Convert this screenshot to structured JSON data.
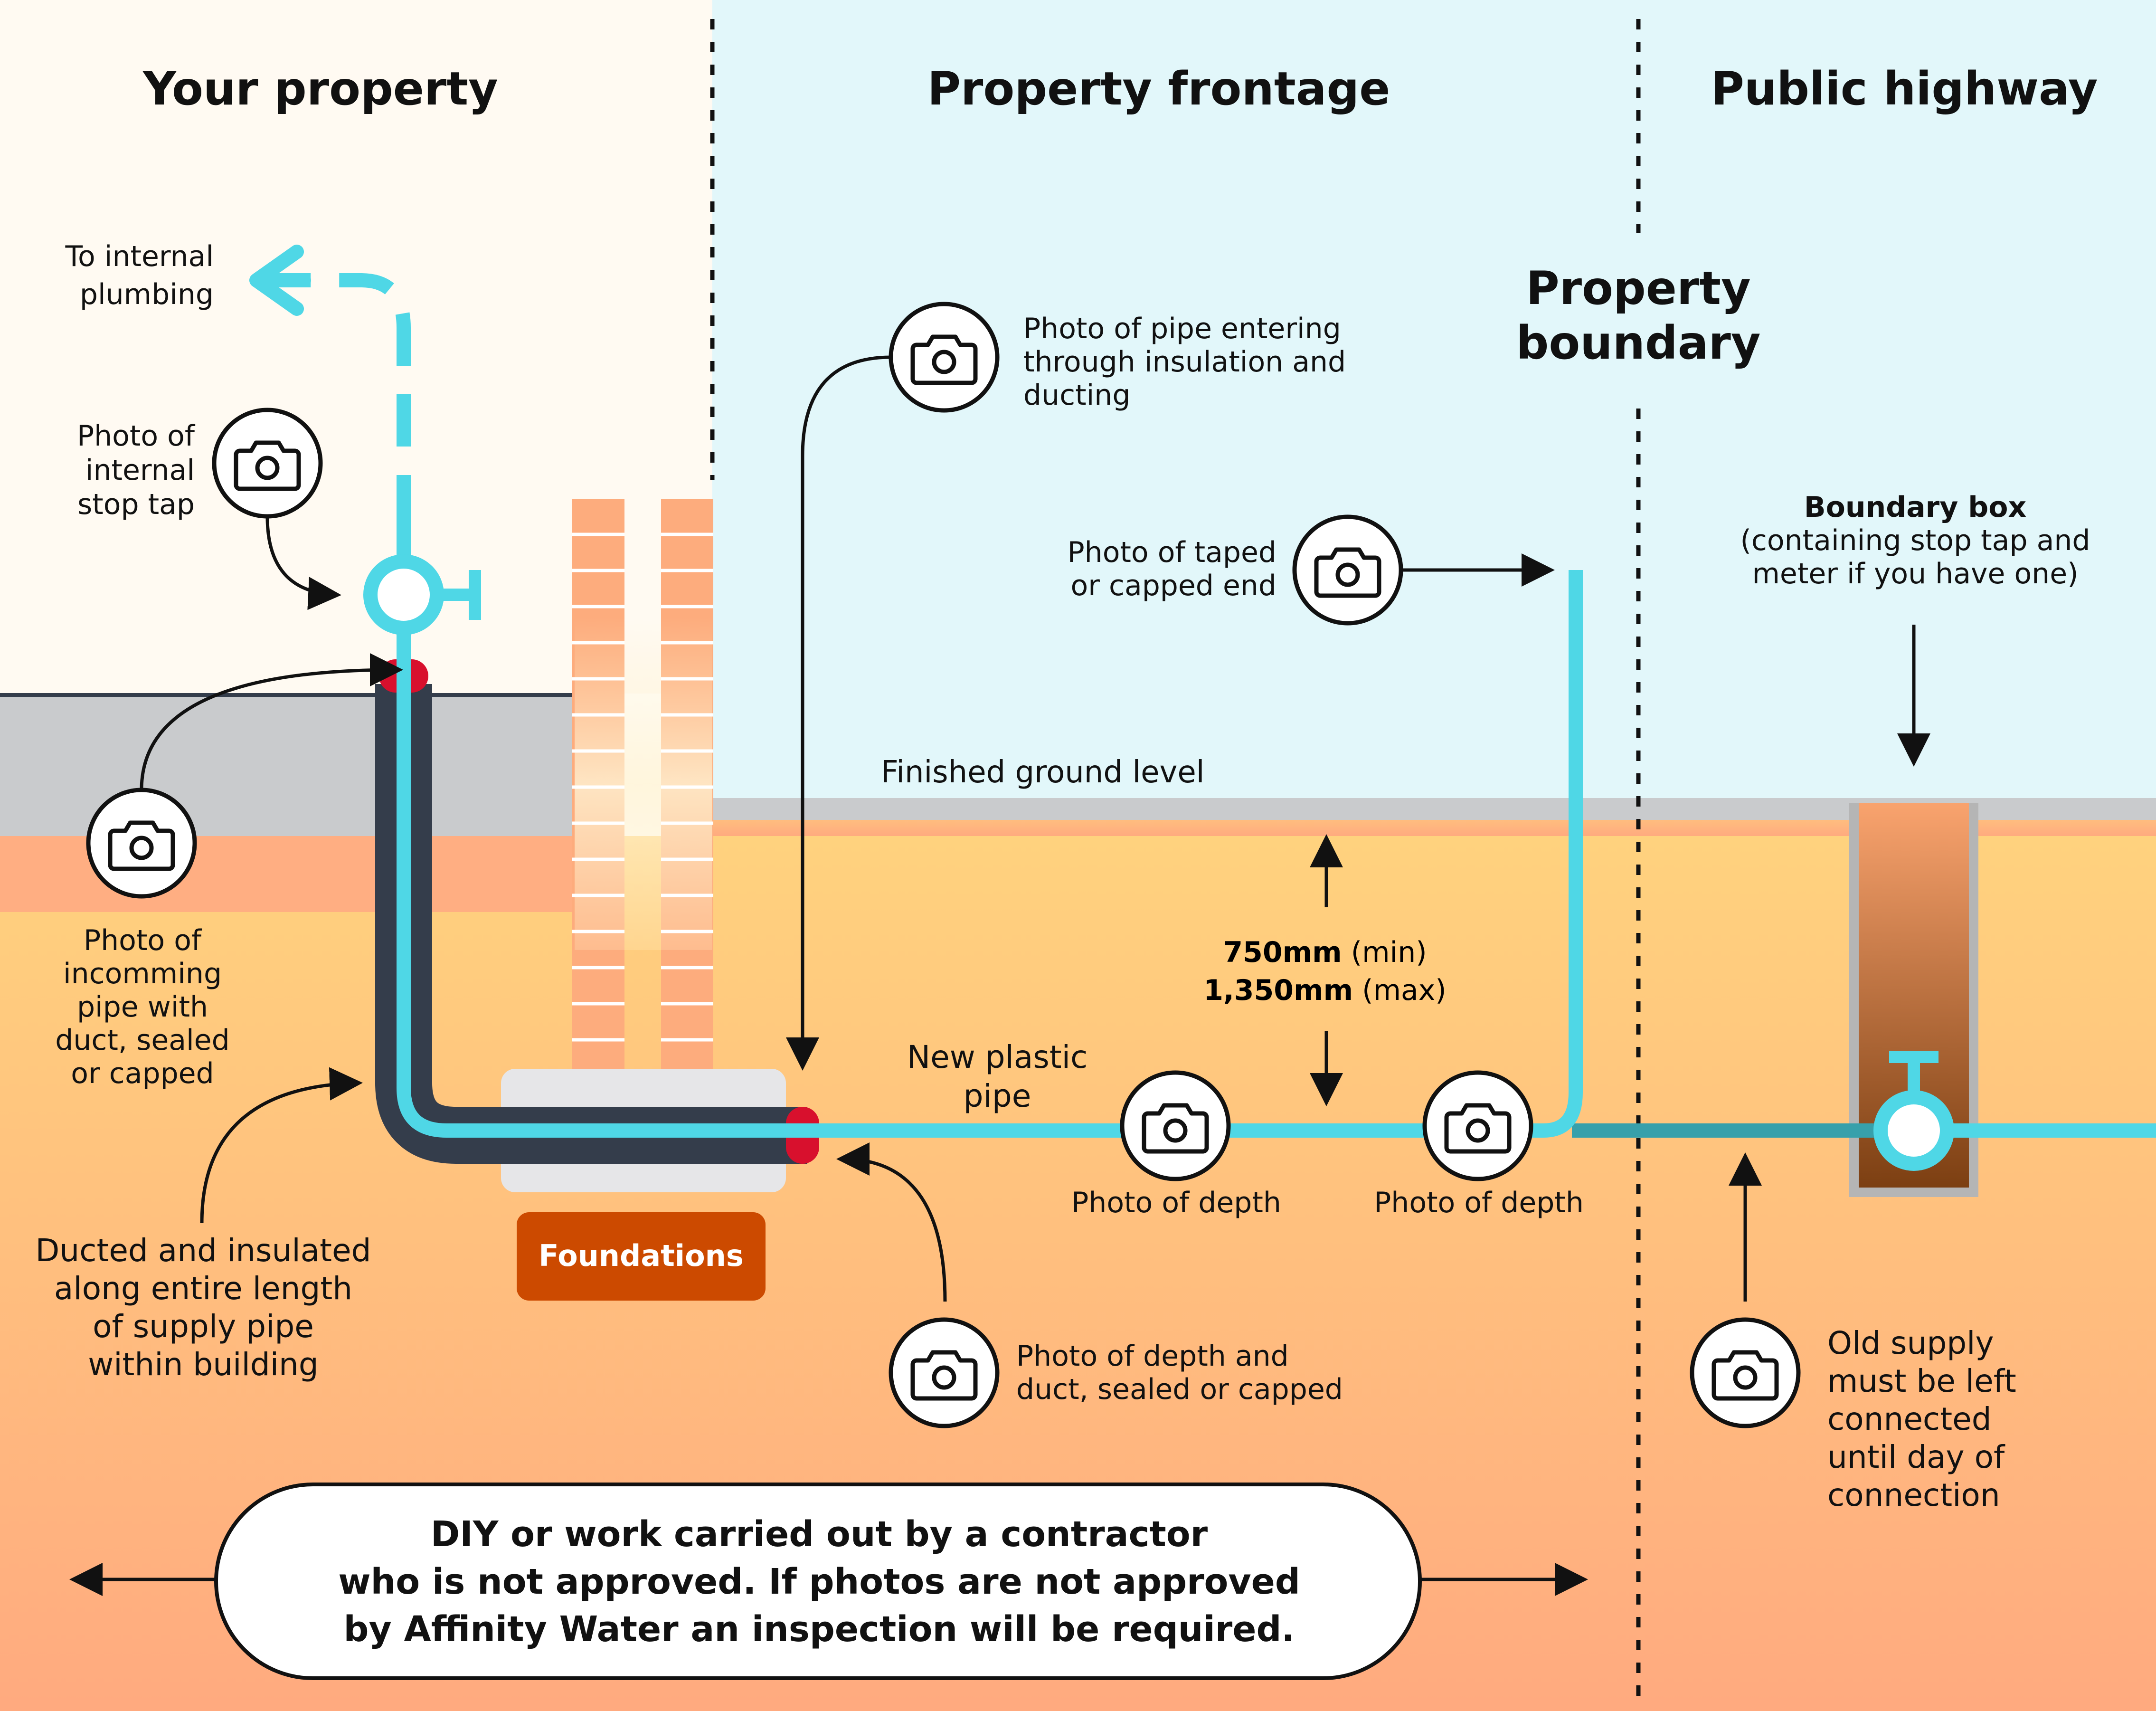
{
  "zones": {
    "your_property": "Your property",
    "property_frontage": "Property frontage",
    "public_highway": "Public highway",
    "property_boundary_line1": "Property",
    "property_boundary_line2": "boundary"
  },
  "labels": {
    "to_internal_plumbing_1": "To internal",
    "to_internal_plumbing_2": "plumbing",
    "photo_internal_stop_tap_1": "Photo of",
    "photo_internal_stop_tap_2": "internal",
    "photo_internal_stop_tap_3": "stop tap",
    "photo_incoming_1": "Photo of",
    "photo_incoming_2": "incomming",
    "photo_incoming_3": "pipe with",
    "photo_incoming_4": "duct, sealed",
    "photo_incoming_5": "or capped",
    "ducted_1": "Ducted and insulated",
    "ducted_2": "along entire length",
    "ducted_3": "of supply pipe",
    "ducted_4": "within building",
    "foundations": "Foundations",
    "photo_entering_1": "Photo of pipe entering",
    "photo_entering_2": "through insulation and",
    "photo_entering_3": "ducting",
    "photo_taped_1": "Photo of taped",
    "photo_taped_2": "or capped end",
    "finished_ground": "Finished ground level",
    "depth_min_value": "750mm",
    "depth_min_unit": " (min)",
    "depth_max_value": "1,350mm",
    "depth_max_unit": " (max)",
    "new_pipe_1": "New plastic",
    "new_pipe_2": "pipe",
    "photo_depth_a": "Photo of depth",
    "photo_depth_b": "Photo of depth",
    "photo_depth_duct_1": "Photo of depth and",
    "photo_depth_duct_2": "duct, sealed or capped",
    "boundary_box_title": "Boundary box",
    "boundary_box_desc_1": "(containing stop tap and",
    "boundary_box_desc_2": "meter if you have one)",
    "old_supply_1": "Old supply",
    "old_supply_2": "must be left",
    "old_supply_3": "connected",
    "old_supply_4": "until day of",
    "old_supply_5": "connection"
  },
  "notice": {
    "line1": "DIY or work carried out by a contractor",
    "line2": "who is not approved. If photos are not approved",
    "line3": "by Affinity Water an inspection will be required."
  },
  "icons": [
    "camera-icon",
    "stop-tap-icon",
    "arrow-icon"
  ],
  "colors": {
    "property_bg": "#fffaf2",
    "frontage_sky": "#e2f7fa",
    "soil_top": "#ffd27e",
    "soil_bottom": "#ffaa7f",
    "pipe": "#4fd7e6",
    "duct": "#343d4b",
    "seal": "#d8102d",
    "foundations": "#cc4a00",
    "brick": "#fdac7d",
    "old_pipe": "#37a0ab"
  }
}
